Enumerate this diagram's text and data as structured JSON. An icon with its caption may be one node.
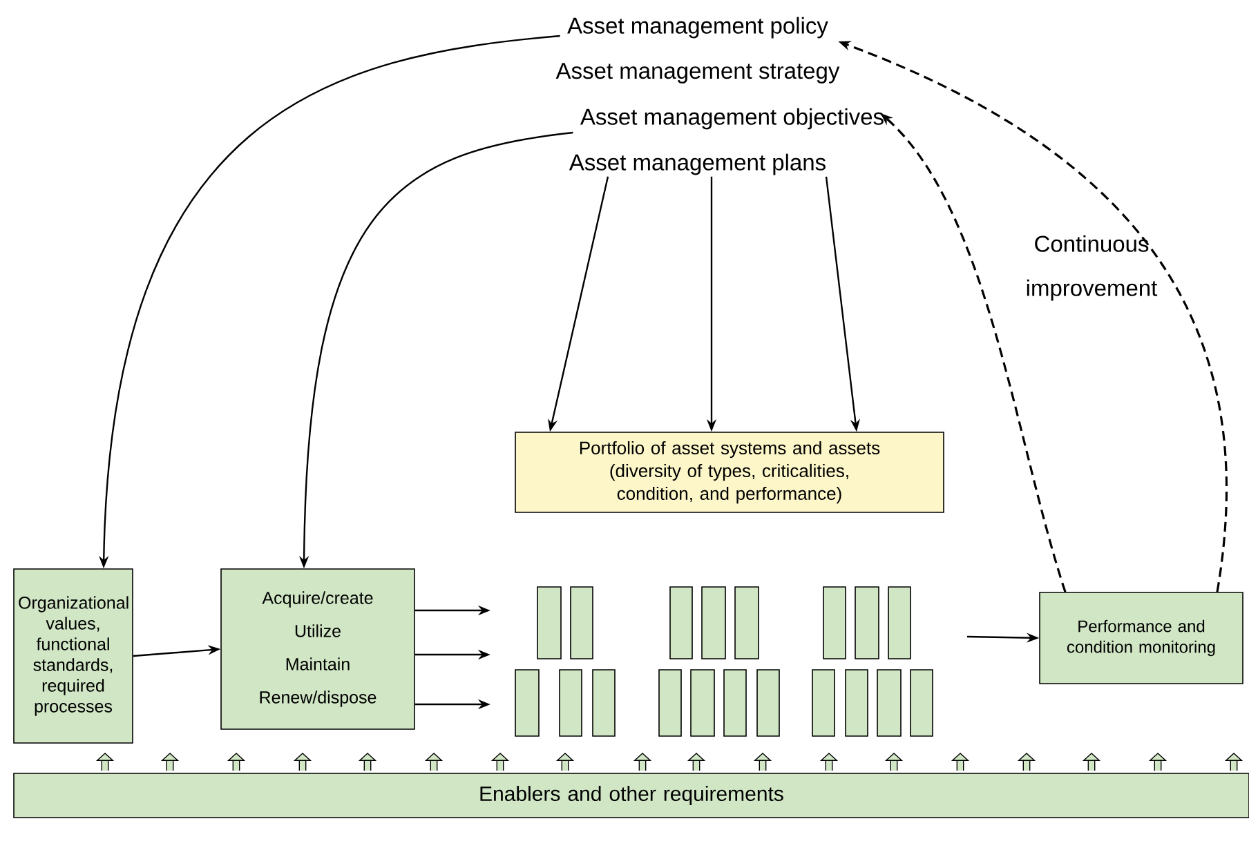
{
  "diagram": {
    "nodes": [
      {
        "text": [
          "Asset management policy"
        ]
      },
      {
        "text": [
          "Asset management strategy"
        ]
      },
      {
        "text": [
          "Asset management objectives"
        ]
      },
      {
        "text": [
          "Asset management plans"
        ]
      },
      {
        "text": [
          "Portfolio of asset systems and assets (diversity of types, criticalities, condition, and performance)"
        ]
      },
      {
        "text": [
          "Organizational values, functional standards, required processes"
        ]
      },
      {
        "text": [
          "Acquire/create",
          "Utilize",
          "Maintain",
          "Renew/dispose"
        ]
      },
      {
        "text": [
          "Performance and condition monitoring"
        ]
      },
      {
        "text": [
          "Enablers and other requirements"
        ]
      },
      {
        "text": [],
        "shape": "bar"
      },
      {
        "text": [],
        "shape": "bar"
      },
      {
        "text": [],
        "shape": "bar"
      },
      {
        "text": [],
        "shape": "bar"
      },
      {
        "text": [],
        "shape": "bar"
      },
      {
        "text": [],
        "shape": "bar"
      },
      {
        "text": [],
        "shape": "bar"
      },
      {
        "text": [],
        "shape": "bar"
      },
      {
        "text": [],
        "shape": "bar"
      },
      {
        "text": [],
        "shape": "bar"
      },
      {
        "text": [],
        "shape": "bar"
      },
      {
        "text": [],
        "shape": "bar"
      },
      {
        "text": [],
        "shape": "bar"
      },
      {
        "text": [],
        "shape": "bar"
      },
      {
        "text": [],
        "shape": "bar"
      },
      {
        "text": [],
        "shape": "bar"
      },
      {
        "text": [],
        "shape": "bar"
      },
      {
        "text": [],
        "shape": "bar"
      },
      {
        "text": [],
        "shape": "bar"
      }
    ],
    "edges": [
      {
        "from": 0,
        "to": 5,
        "arrow": "to"
      },
      {
        "from": 2,
        "to": 6,
        "arrow": "to"
      },
      {
        "from": 3,
        "to": 4,
        "arrow": "to"
      },
      {
        "from": 3,
        "to": 4,
        "arrow": "to"
      },
      {
        "from": 3,
        "to": 4,
        "arrow": "to"
      },
      {
        "from": 5,
        "to": 6,
        "arrow": "to"
      },
      {
        "from": 6,
        "to": null,
        "arrow": "to"
      },
      {
        "from": 6,
        "to": null,
        "arrow": "to"
      },
      {
        "from": 6,
        "to": null,
        "arrow": "to"
      },
      {
        "from": null,
        "to": 7,
        "arrow": "to"
      },
      {
        "from": 7,
        "to": 2,
        "arrow": "to",
        "style": "dashed"
      },
      {
        "from": 7,
        "to": 0,
        "arrow": "to",
        "style": "dashed"
      }
    ],
    "labels": [
      "Continuous improvement"
    ]
  }
}
